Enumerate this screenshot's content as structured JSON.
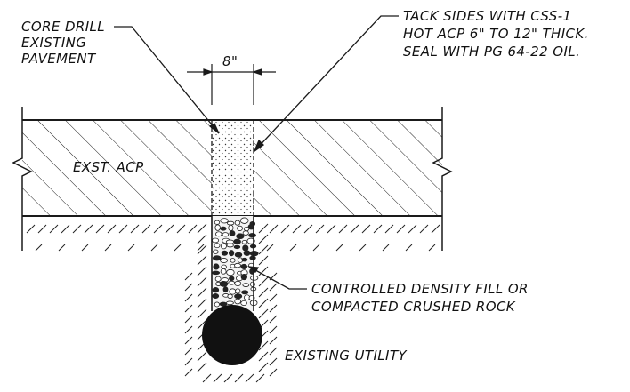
{
  "labels": {
    "core_drill": [
      "CORE DRILL",
      "EXISTING",
      "PAVEMENT"
    ],
    "tack": [
      "TACK SIDES WITH CSS-1",
      "HOT ACP 6\" TO 12\" THICK.",
      "SEAL WITH PG 64-22 OIL."
    ],
    "width_dim": "8\"",
    "pavement": "EXST. ACP",
    "fill": [
      "CONTROLLED DENSITY FILL OR",
      "COMPACTED CRUSHED ROCK"
    ],
    "utility": "EXISTING UTILITY"
  },
  "colors": {
    "line": "#1a1a1a",
    "utility_fill": "#111111",
    "background": "#ffffff"
  }
}
